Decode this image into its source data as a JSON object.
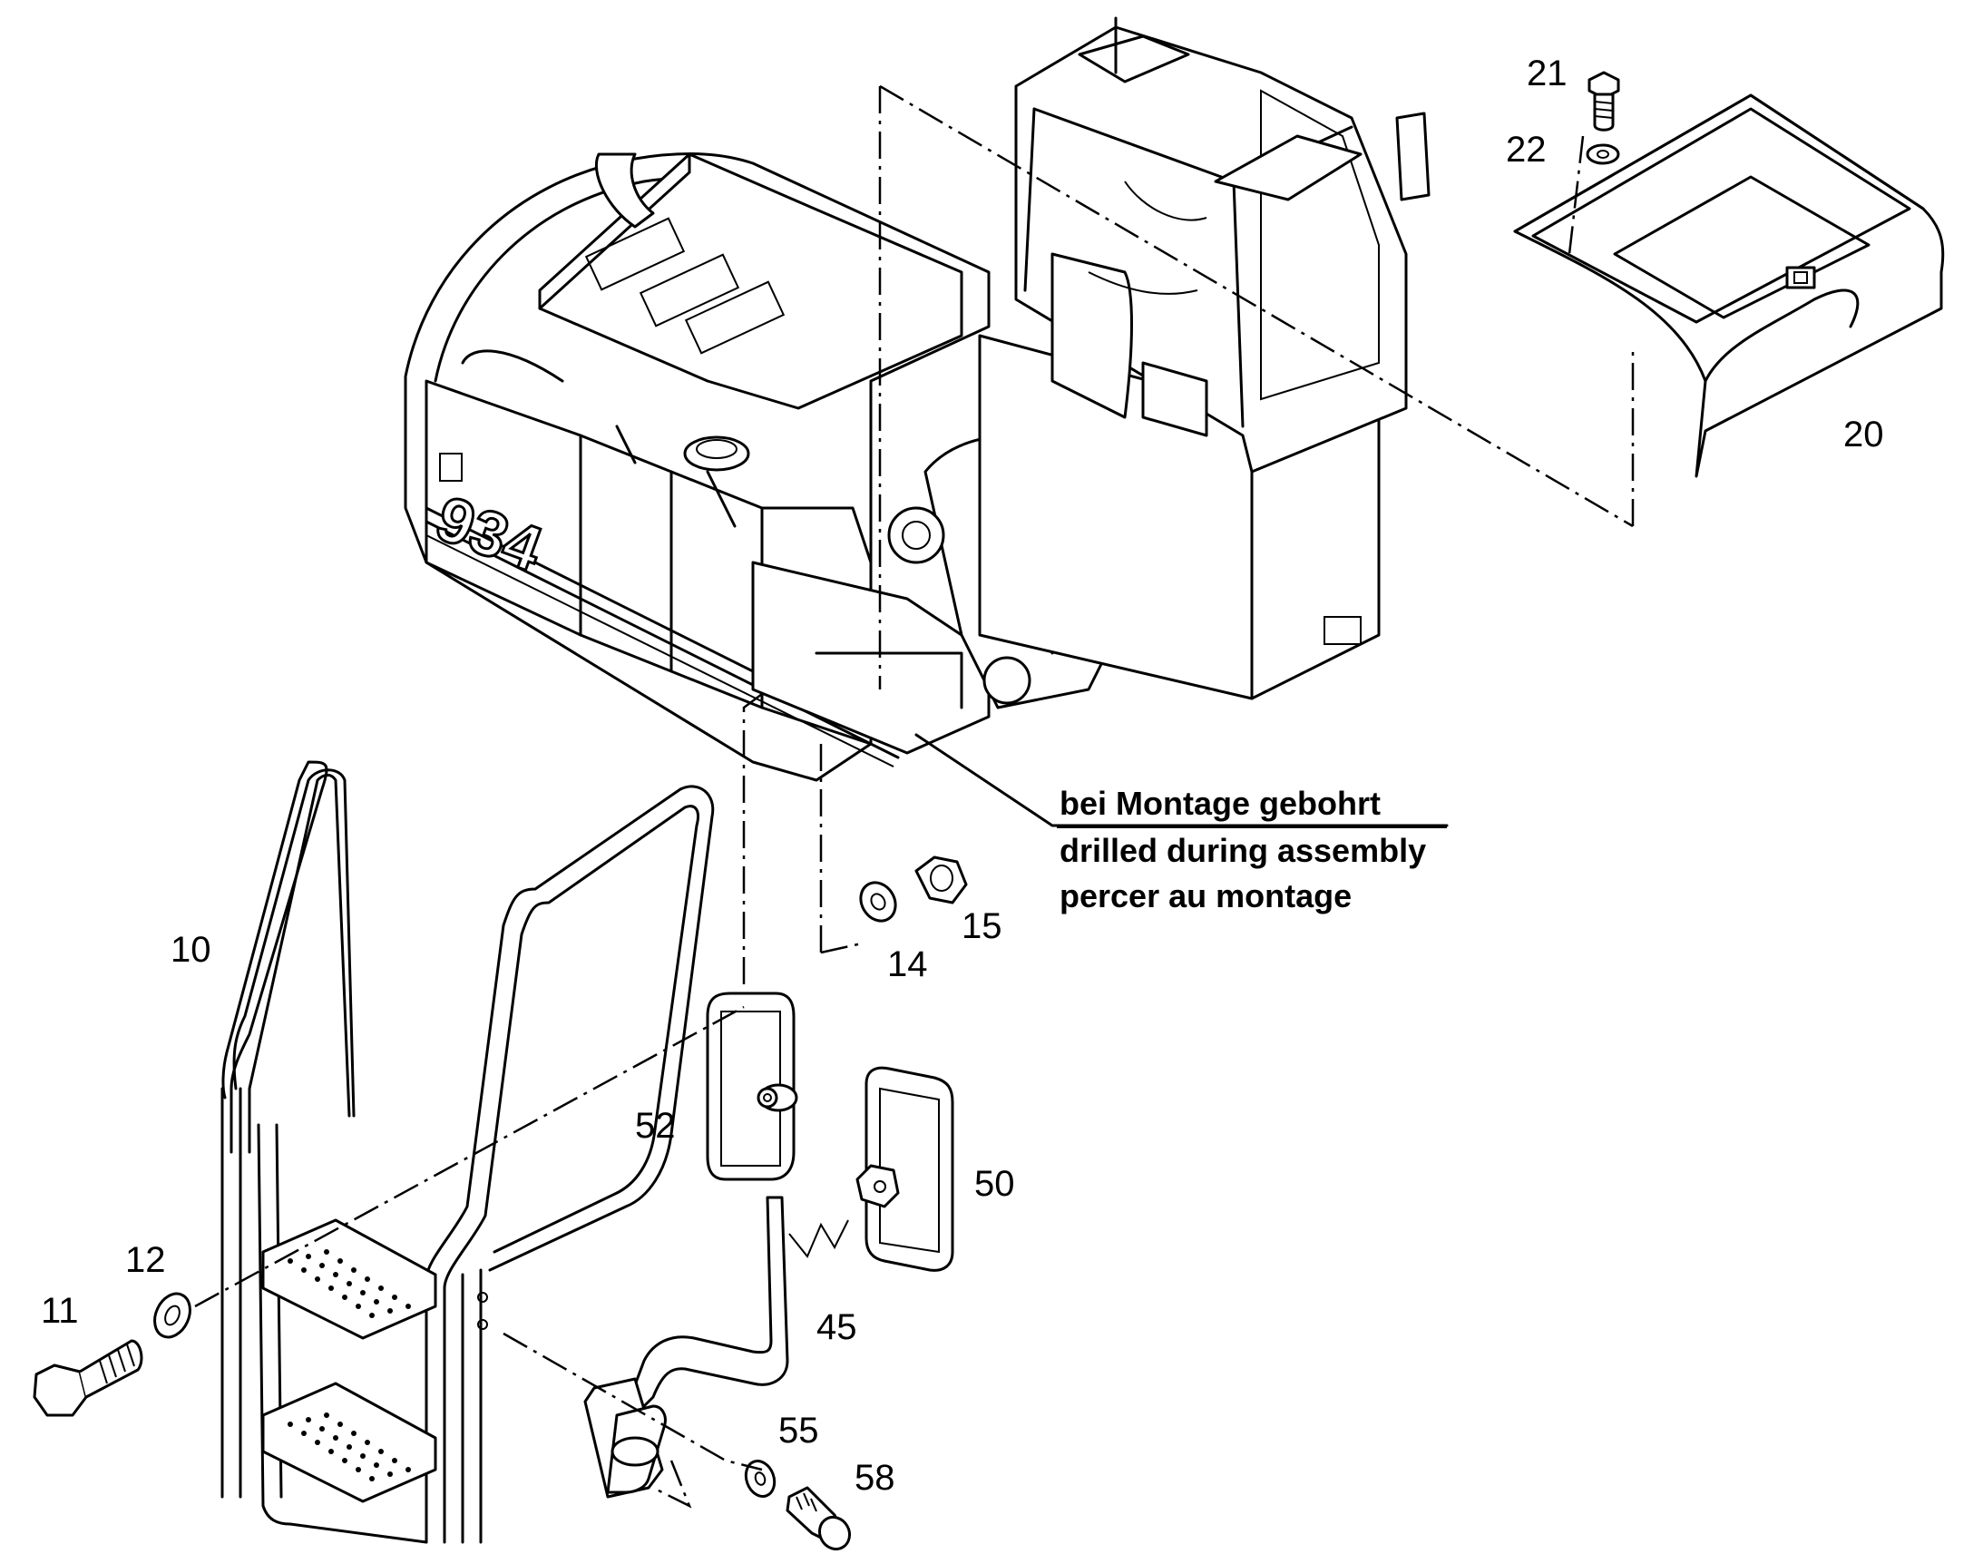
{
  "labels": {
    "p10": "10",
    "p11": "11",
    "p12": "12",
    "p14": "14",
    "p15": "15",
    "p20": "20",
    "p21": "21",
    "p22": "22",
    "p45": "45",
    "p50": "50",
    "p52": "52",
    "p55": "55",
    "p58": "58"
  },
  "note": {
    "line1": "bei Montage gebohrt",
    "line2": "drilled during assembly",
    "line3": "percer au montage"
  },
  "machine": {
    "model_mark": "934"
  }
}
